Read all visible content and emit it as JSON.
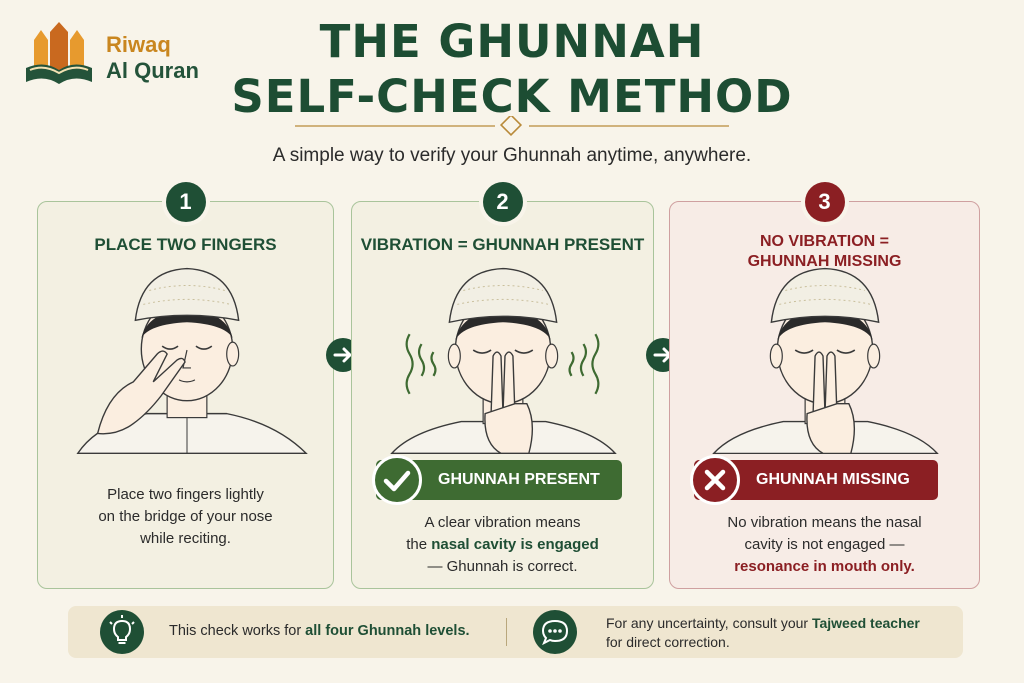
{
  "brand": {
    "line1": "Riwaq",
    "line2": "Al Quran"
  },
  "header": {
    "title_line1": "THE GHUNNAH",
    "title_line2": "SELF-CHECK METHOD",
    "subtitle": "A simple way to verify your Ghunnah anytime, anywhere."
  },
  "steps": [
    {
      "number": "1",
      "title": "PLACE TWO FINGERS",
      "desc_line1": "Place two fingers lightly",
      "desc_line2": "on the bridge of your nose",
      "desc_line3": "while reciting."
    },
    {
      "number": "2",
      "title": "VIBRATION = GHUNNAH PRESENT",
      "badge": "GHUNNAH PRESENT",
      "desc_line1": "A clear vibration means",
      "desc_line2_pre": "the ",
      "desc_line2_hl": "nasal cavity is engaged",
      "desc_line3": "— Ghunnah is correct."
    },
    {
      "number": "3",
      "title_line1": "NO VIBRATION =",
      "title_line2": "GHUNNAH MISSING",
      "badge": "GHUNNAH MISSING",
      "desc_line1": "No vibration means the nasal",
      "desc_line2": "cavity is not engaged —",
      "desc_line3_hl": "resonance in mouth only."
    }
  ],
  "footer": {
    "tip_pre": "This check works for ",
    "tip_hl": "all four Ghunnah levels.",
    "advice_pre": "For any uncertainty, consult your ",
    "advice_hl": "Tajweed teacher",
    "advice_line2": "for direct correction."
  },
  "colors": {
    "primary_green": "#1f4f35",
    "accent_green": "#3e6b32",
    "accent_red": "#8b1f23",
    "gold": "#c9861f",
    "background": "#f8f4ea"
  },
  "icons": {
    "logo": "mosque-book-icon",
    "arrow": "arrow-right-icon",
    "present": "check-icon",
    "missing": "x-icon",
    "tip": "lightbulb-icon",
    "advice": "chat-bubble-icon"
  }
}
